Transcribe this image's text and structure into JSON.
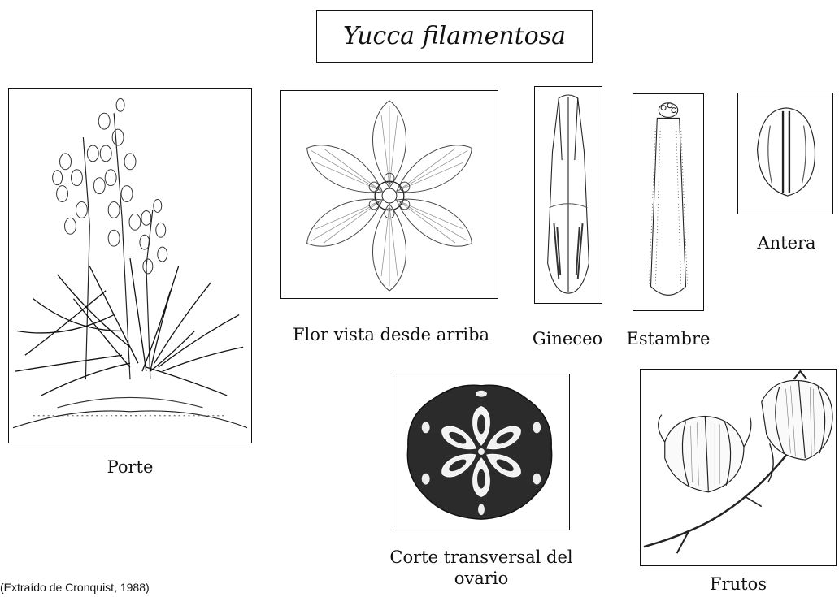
{
  "title": "Yucca filamentosa",
  "panels": {
    "porte": {
      "caption": "Porte"
    },
    "flor": {
      "caption": "Flor vista desde arriba"
    },
    "gineceo": {
      "caption": "Gineceo"
    },
    "estambre": {
      "caption": "Estambre"
    },
    "antera": {
      "caption": "Antera"
    },
    "corte": {
      "caption_line1": "Corte transversal del",
      "caption_line2": "ovario"
    },
    "frutos": {
      "caption": "Frutos"
    }
  },
  "credit": "(Extraído de Cronquist, 1988)"
}
